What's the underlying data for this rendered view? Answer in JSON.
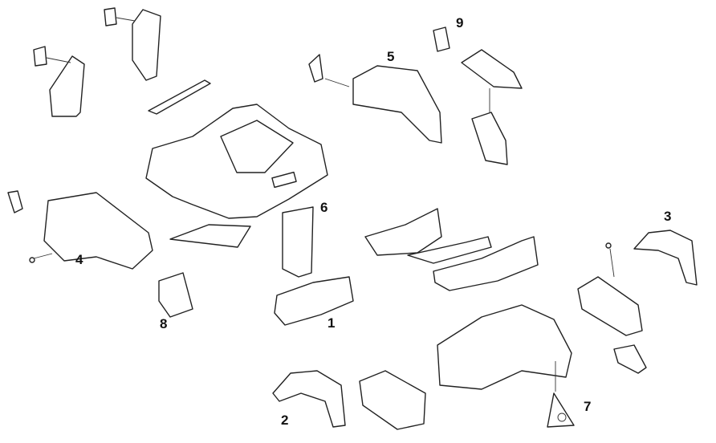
{
  "diagram": {
    "type": "exploded-parts-view",
    "callouts": [
      {
        "id": "label-1",
        "text": "1"
      },
      {
        "id": "label-2",
        "text": "2"
      },
      {
        "id": "label-3",
        "text": "3"
      },
      {
        "id": "label-4",
        "text": "4"
      },
      {
        "id": "label-5",
        "text": "5"
      },
      {
        "id": "label-6",
        "text": "6"
      },
      {
        "id": "label-7",
        "text": "7"
      },
      {
        "id": "label-8",
        "text": "8"
      },
      {
        "id": "label-9",
        "text": "9"
      }
    ],
    "line_color": "#222222",
    "background": "#ffffff"
  }
}
